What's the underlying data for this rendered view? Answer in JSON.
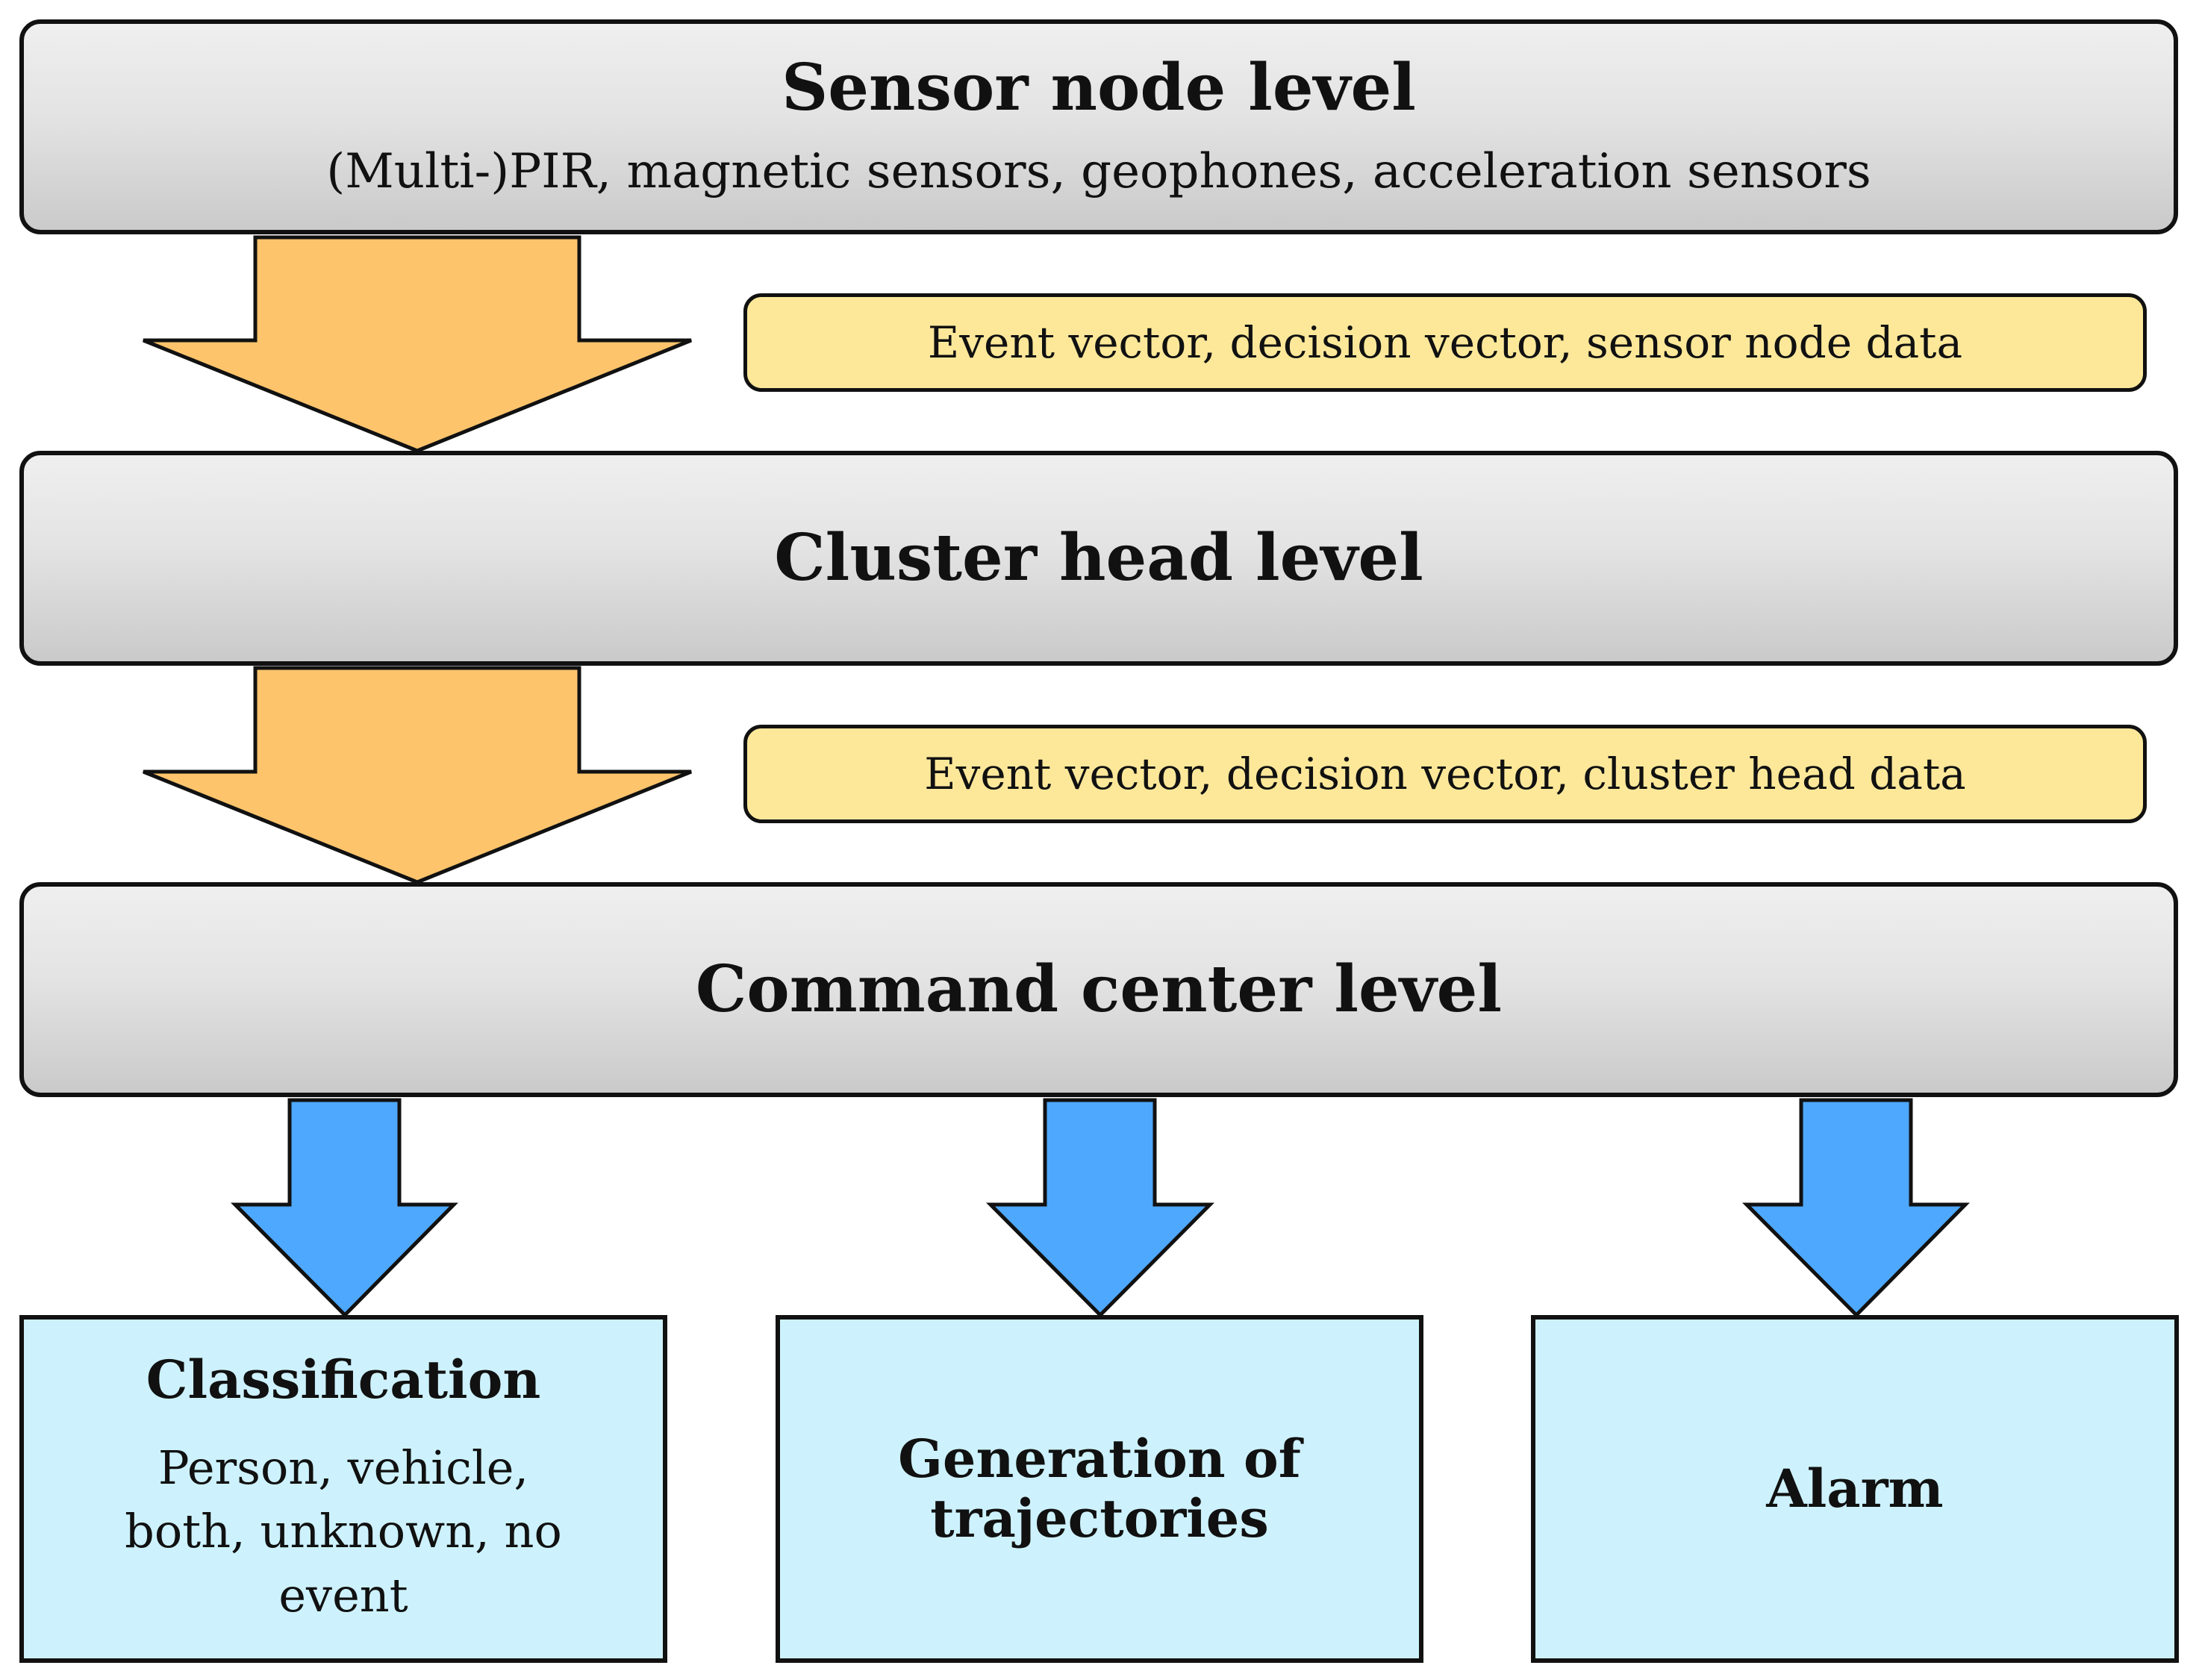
{
  "levels": {
    "sensor_node": {
      "title": "Sensor node level",
      "subtitle": "(Multi-)PIR, magnetic sensors, geophones, acceleration sensors"
    },
    "cluster_head": {
      "title": "Cluster head level"
    },
    "command_center": {
      "title": "Command center level"
    }
  },
  "flows": {
    "sensor_to_cluster": "Event vector, decision vector, sensor node data",
    "cluster_to_command": "Event vector, decision vector, cluster head data"
  },
  "outputs": {
    "classification": {
      "title": "Classification",
      "detail": "Person, vehicle, both, unknown, no event"
    },
    "trajectories": {
      "title": "Generation of trajectories"
    },
    "alarm": {
      "title": "Alarm"
    }
  },
  "colors": {
    "level_fill": "#e3e3e3",
    "note_fill": "#fde89a",
    "output_fill": "#cdf2fd",
    "orange_arrow": "#fdc46c",
    "blue_arrow": "#4ea8fd",
    "outline": "#111111"
  }
}
